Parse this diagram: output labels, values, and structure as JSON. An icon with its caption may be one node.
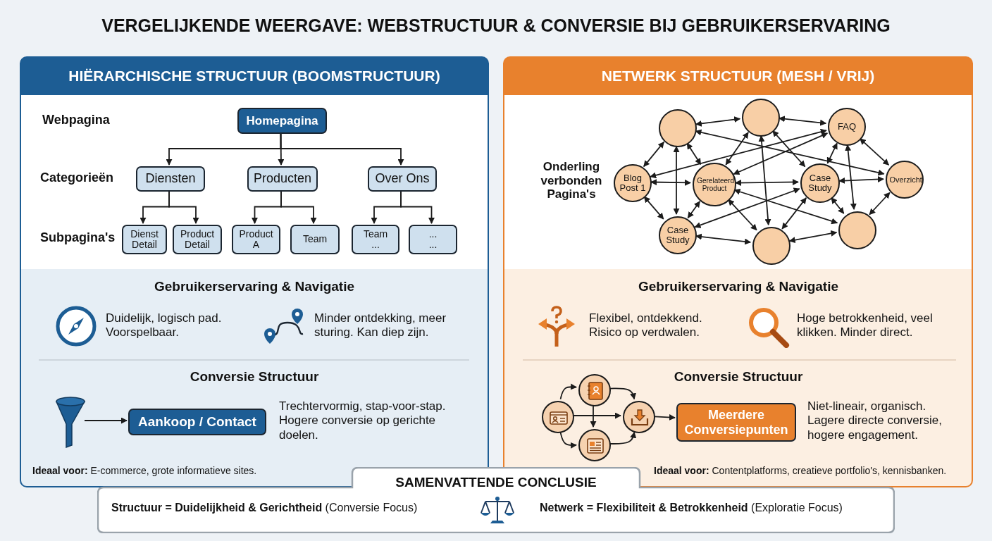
{
  "diagram": {
    "title": "VERGELIJKENDE WEERGAVE: WEBSTRUCTUUR & CONVERSIE BIJ GEBRUIKERSERVARING",
    "nodes": [
      {
        "text": [
          "HIËRARCHISCHE STRUCTUUR (BOOMSTRUCTUUR)"
        ]
      },
      {
        "text": [
          "Homepagina"
        ],
        "in": 0
      },
      {
        "text": [
          "Diensten"
        ],
        "in": 0
      },
      {
        "text": [
          "Producten"
        ],
        "in": 0
      },
      {
        "text": [
          "Over Ons"
        ],
        "in": 0
      },
      {
        "text": [
          "Dienst Detail"
        ],
        "in": 0
      },
      {
        "text": [
          "Product Detail"
        ],
        "in": 0
      },
      {
        "text": [
          "Product A"
        ],
        "in": 0
      },
      {
        "text": [
          "Team"
        ],
        "in": 0
      },
      {
        "text": [
          "Team ..."
        ],
        "in": 0
      },
      {
        "text": [
          "... ..."
        ],
        "in": 0
      },
      {
        "text": [],
        "shape": "funnel",
        "in": 0
      },
      {
        "text": [
          "Aankoop / Contact"
        ],
        "in": 0
      },
      {
        "text": [
          "NETWERK STRUCTUUR (MESH / VRIJ)"
        ]
      },
      {
        "text": [],
        "shape": "circle",
        "in": 13
      },
      {
        "text": [],
        "shape": "circle",
        "in": 13
      },
      {
        "text": [
          "FAQ"
        ],
        "in": 13
      },
      {
        "text": [
          "Blog Post 1"
        ],
        "in": 13
      },
      {
        "text": [
          "Gerelateerd Product"
        ],
        "in": 13
      },
      {
        "text": [
          "Case Study"
        ],
        "in": 13
      },
      {
        "text": [
          "Overzicht"
        ],
        "in": 13
      },
      {
        "text": [
          "Case Study"
        ],
        "in": 13
      },
      {
        "text": [],
        "shape": "circle",
        "in": 13
      },
      {
        "text": [],
        "shape": "circle",
        "in": 13
      },
      {
        "text": [],
        "shape": "circle",
        "in": 13
      },
      {
        "text": [],
        "shape": "circle",
        "in": 13
      },
      {
        "text": [],
        "shape": "circle",
        "in": 13
      },
      {
        "text": [],
        "shape": "circle",
        "in": 13
      },
      {
        "text": [
          "Meerdere Conversiepunten"
        ],
        "in": 13
      },
      {
        "text": [
          "SAMENVATTENDE CONCLUSIE",
          "**Structuur = Duidelijkheid & Gerichtheid** (Conversie Focus)",
          "**Netwerk = Flexibiliteit & Betrokkenheid** (Exploratie Focus)"
        ]
      }
    ],
    "edges": [
      {
        "from": 1,
        "to": 2,
        "arrow": "to"
      },
      {
        "from": 1,
        "to": 3,
        "arrow": "to"
      },
      {
        "from": 1,
        "to": 4,
        "arrow": "to"
      },
      {
        "from": 2,
        "to": 5,
        "arrow": "to"
      },
      {
        "from": 2,
        "to": 6,
        "arrow": "to"
      },
      {
        "from": 3,
        "to": 7,
        "arrow": "to"
      },
      {
        "from": 3,
        "to": 8,
        "arrow": "to"
      },
      {
        "from": 4,
        "to": 9,
        "arrow": "to"
      },
      {
        "from": 4,
        "to": 10,
        "arrow": "to"
      },
      {
        "from": 11,
        "to": 12,
        "arrow": "to"
      },
      {
        "from": 14,
        "to": 15,
        "arrow": "both"
      },
      {
        "from": 15,
        "to": 16,
        "arrow": "both"
      },
      {
        "from": 14,
        "to": 17,
        "arrow": "both"
      },
      {
        "from": 14,
        "to": 18,
        "arrow": "both"
      },
      {
        "from": 14,
        "to": 21,
        "arrow": "both"
      },
      {
        "from": 14,
        "to": 20,
        "arrow": "both"
      },
      {
        "from": 17,
        "to": 16,
        "arrow": "both"
      },
      {
        "from": 17,
        "to": 18,
        "arrow": "both"
      },
      {
        "from": 17,
        "to": 21,
        "arrow": "both"
      },
      {
        "from": 15,
        "to": 18,
        "arrow": "both"
      },
      {
        "from": 15,
        "to": 22,
        "arrow": "both"
      },
      {
        "from": 15,
        "to": 19,
        "arrow": "both"
      },
      {
        "from": 18,
        "to": 16,
        "arrow": "both"
      },
      {
        "from": 18,
        "to": 19,
        "arrow": "both"
      },
      {
        "from": 18,
        "to": 22,
        "arrow": "both"
      },
      {
        "from": 18,
        "to": 23,
        "arrow": "both"
      },
      {
        "from": 18,
        "to": 21,
        "arrow": "both"
      },
      {
        "from": 19,
        "to": 16,
        "arrow": "both"
      },
      {
        "from": 19,
        "to": 20,
        "arrow": "both"
      },
      {
        "from": 19,
        "to": 21,
        "arrow": "both"
      },
      {
        "from": 19,
        "to": 22,
        "arrow": "both"
      },
      {
        "from": 19,
        "to": 23,
        "arrow": "both"
      },
      {
        "from": 16,
        "to": 20,
        "arrow": "both"
      },
      {
        "from": 16,
        "to": 23,
        "arrow": "both"
      },
      {
        "from": 20,
        "to": 23,
        "arrow": "both"
      },
      {
        "from": 21,
        "to": 22,
        "arrow": "both"
      },
      {
        "from": 22,
        "to": 23,
        "arrow": "both"
      },
      {
        "from": 24,
        "to": 25,
        "arrow": "to"
      },
      {
        "from": 25,
        "to": 27,
        "arrow": "to"
      },
      {
        "from": 24,
        "to": 27,
        "arrow": "to"
      },
      {
        "from": 25,
        "to": 26,
        "arrow": "to"
      },
      {
        "from": 24,
        "to": 26,
        "arrow": "to"
      },
      {
        "from": 26,
        "to": 27,
        "arrow": "to"
      },
      {
        "from": 27,
        "to": 28,
        "arrow": "to"
      }
    ],
    "labels": [
      "Webpagina",
      "Categorieën",
      "Subpagina's",
      "Onderling verbonden Pagina's",
      "Gebruikerservaring & Navigatie",
      "Duidelijk, logisch pad. Voorspelbaar.",
      "Minder ontdekking, meer sturing. Kan diep zijn.",
      "Gebruikerservaring & Navigatie",
      "Flexibel, ontdekkend. Risico op verdwalen.",
      "Hoge betrokkenheid, veel klikken. Minder direct.",
      "Conversie Structuur",
      "Trechtervormig, stap-voor-stap. Hogere conversie op gerichte doelen.",
      "Conversie Structuur",
      "Niet-lineair, organisch. Lagere directe conversie, hogere engagement.",
      "**Ideaal voor:** E-commerce, grote informatieve sites.",
      "**Ideaal voor:** Contentplatforms, creatieve portfolio's, kennisbanken."
    ]
  }
}
